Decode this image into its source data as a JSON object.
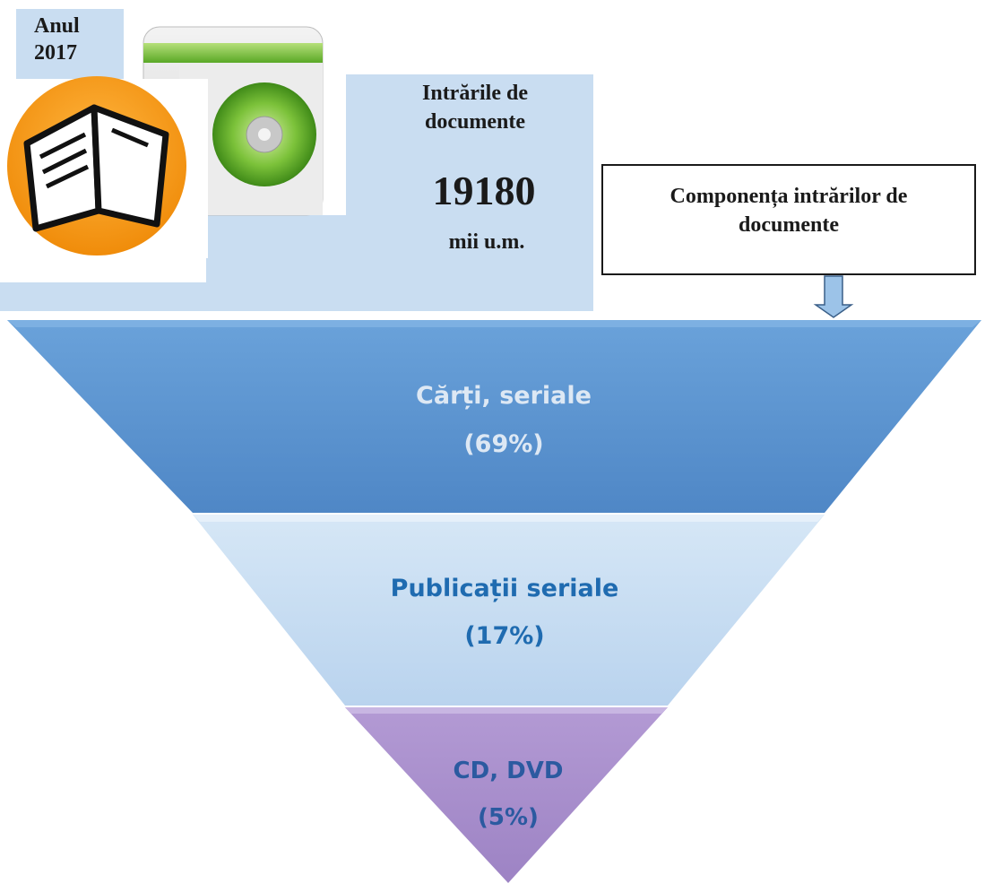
{
  "header": {
    "year_label": "Anul\n2017",
    "title": "Intrările de\ndocumente",
    "total_value": "19180",
    "total_unit": "mii u.m.",
    "composition_title": "Componența intrărilor de\ndocumente"
  },
  "colors": {
    "info_box": "#c9ddf1",
    "segment_top": "#5a93d0",
    "segment_middle": "#c5dcf0",
    "segment_bottom": "#a98fc9",
    "label_light": "#dde8f4",
    "label_dark": "#1f6bb0",
    "label_bottom": "#2b5aa0"
  },
  "icons": [
    "book-icon",
    "cd-folder-icon",
    "down-arrow-icon"
  ],
  "funnel": {
    "segments": [
      {
        "label": "Cărți, seriale",
        "value": "(69%)",
        "percent": 69
      },
      {
        "label": "Publicații seriale",
        "value": "(17%)",
        "percent": 17
      },
      {
        "label": "CD, DVD",
        "value": "(5%)",
        "percent": 5
      }
    ]
  }
}
